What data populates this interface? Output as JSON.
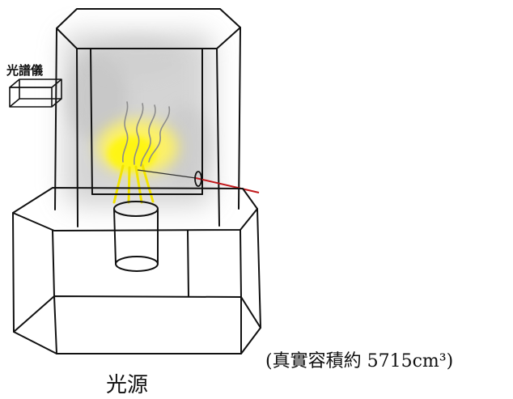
{
  "labels": {
    "spectrometer": "光譜儀",
    "volume_note": "(真實容積約 5715cm³)",
    "light_source": "光源"
  },
  "colors": {
    "ink": "#111111",
    "smoke": "#bdbdbd",
    "flame_glow": "#fff15a",
    "flame_rays": "#f2e300",
    "laser": "#c0181b"
  }
}
